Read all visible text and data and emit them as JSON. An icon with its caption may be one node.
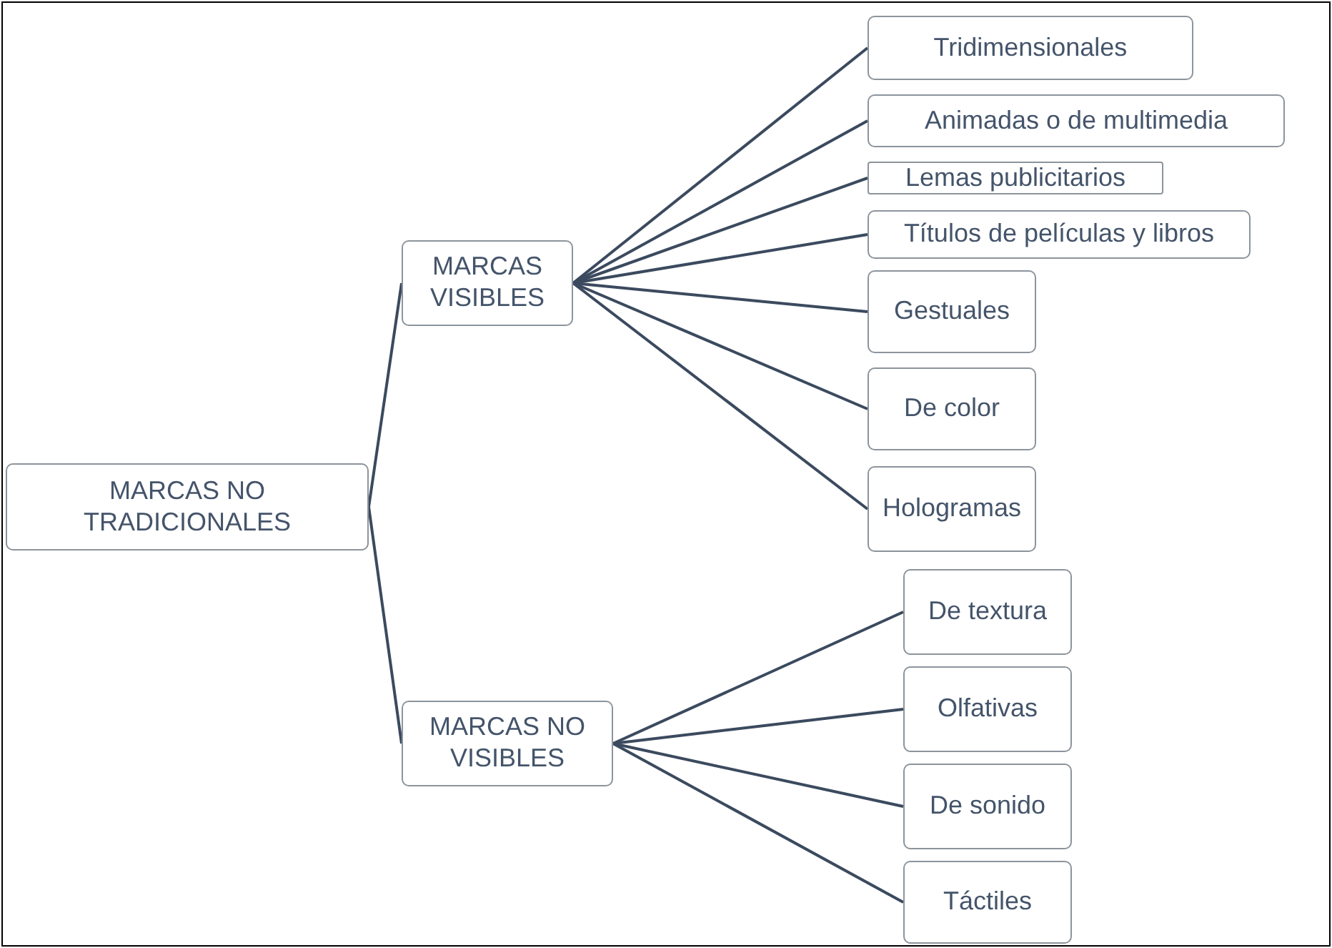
{
  "diagram": {
    "nodes": [
      {
        "text": [
          "MARCAS NO TRADICIONALES"
        ]
      },
      {
        "text": [
          "MARCAS VISIBLES"
        ]
      },
      {
        "text": [
          "Tridimensionales"
        ]
      },
      {
        "text": [
          "Animadas o de multimedia"
        ]
      },
      {
        "text": [
          "Lemas publicitarios"
        ]
      },
      {
        "text": [
          "Títulos de películas y libros"
        ]
      },
      {
        "text": [
          "Gestuales"
        ]
      },
      {
        "text": [
          "De color"
        ]
      },
      {
        "text": [
          "Hologramas"
        ]
      },
      {
        "text": [
          "MARCAS NO VISIBLES"
        ]
      },
      {
        "text": [
          "De textura"
        ]
      },
      {
        "text": [
          "Olfativas"
        ]
      },
      {
        "text": [
          "De sonido"
        ]
      },
      {
        "text": [
          "Táctiles"
        ]
      }
    ],
    "edges": [
      {
        "from": 0,
        "to": 1,
        "arrow": "none"
      },
      {
        "from": 0,
        "to": 9,
        "arrow": "none"
      },
      {
        "from": 1,
        "to": 2,
        "arrow": "none"
      },
      {
        "from": 1,
        "to": 3,
        "arrow": "none"
      },
      {
        "from": 1,
        "to": 4,
        "arrow": "none"
      },
      {
        "from": 1,
        "to": 5,
        "arrow": "none"
      },
      {
        "from": 1,
        "to": 6,
        "arrow": "none"
      },
      {
        "from": 1,
        "to": 7,
        "arrow": "none"
      },
      {
        "from": 1,
        "to": 8,
        "arrow": "none"
      },
      {
        "from": 9,
        "to": 10,
        "arrow": "none"
      },
      {
        "from": 9,
        "to": 11,
        "arrow": "none"
      },
      {
        "from": 9,
        "to": 12,
        "arrow": "none"
      },
      {
        "from": 9,
        "to": 13,
        "arrow": "none"
      }
    ]
  }
}
